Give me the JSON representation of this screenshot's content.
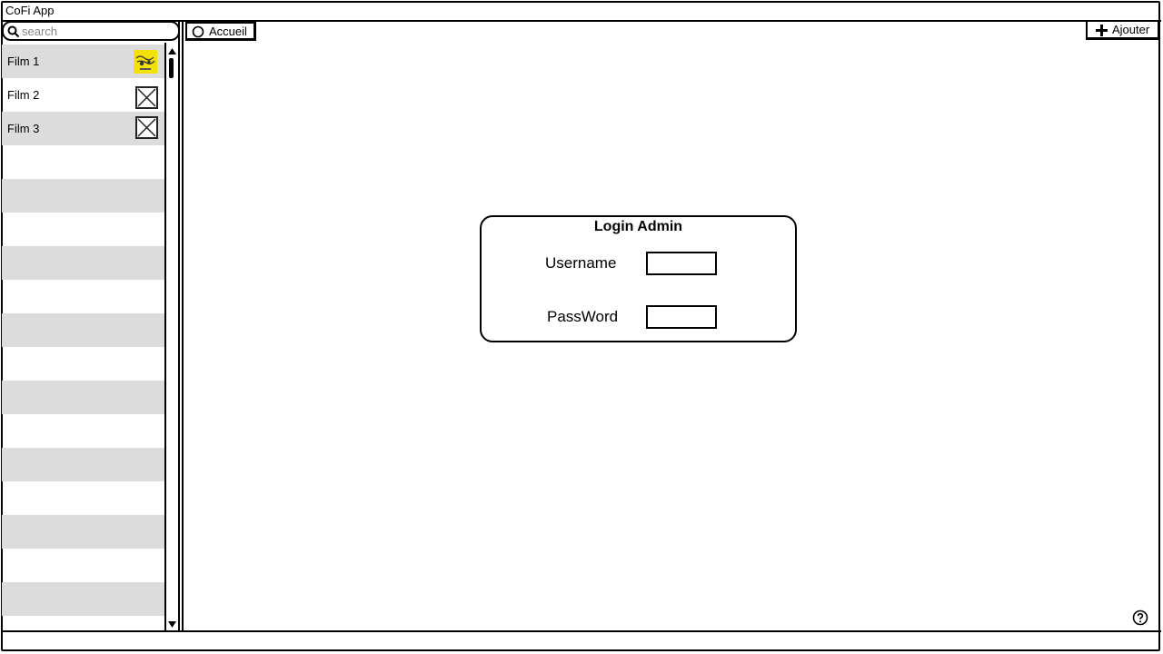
{
  "window": {
    "title": "CoFi App"
  },
  "search": {
    "placeholder": "search",
    "value": ""
  },
  "sidebar": {
    "items": [
      {
        "label": "Film 1",
        "thumb": "yellow-poster-thumbnail"
      },
      {
        "label": "Film 2",
        "thumb": "image-placeholder-icon"
      },
      {
        "label": "Film 3",
        "thumb": "image-placeholder-icon"
      }
    ]
  },
  "tabs": [
    {
      "label": "Accueil",
      "icon": "circle-icon"
    }
  ],
  "toolbar": {
    "add_label": "Ajouter",
    "add_icon": "plus-icon"
  },
  "login": {
    "title": "Login Admin",
    "username_label": "Username",
    "username_value": "",
    "password_label": "PassWord",
    "password_value": ""
  },
  "footer": {
    "help_icon": "help-icon"
  },
  "colors": {
    "row_alt": "#dcdcdc",
    "thumb_yellow": "#f5e10a"
  }
}
